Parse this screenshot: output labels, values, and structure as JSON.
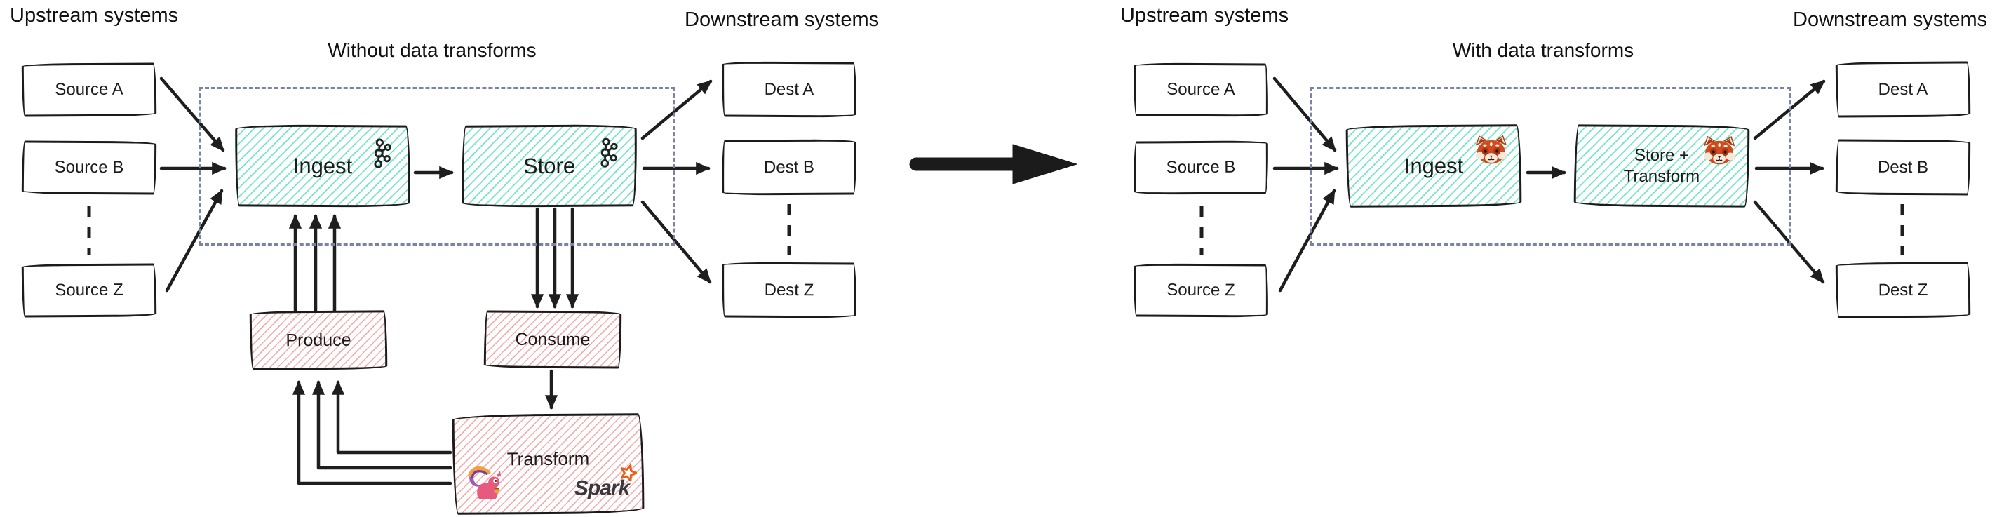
{
  "colors": {
    "ink": "#1e1e1e",
    "teal_hatch": "#6ee6c3",
    "pink_hatch": "#f49e9e",
    "container_dash": "#7983a6",
    "spark_orange": "#e8611c"
  },
  "left_panel": {
    "title": "Without data transforms",
    "upstream_label": "Upstream systems",
    "downstream_label": "Downstream systems",
    "sources": [
      "Source A",
      "Source B",
      "Source Z"
    ],
    "destinations": [
      "Dest A",
      "Dest B",
      "Dest Z"
    ],
    "ingest_label": "Ingest",
    "store_label": "Store",
    "ingest_icon": "kafka-logo",
    "store_icon": "kafka-logo",
    "produce_label": "Produce",
    "consume_label": "Consume",
    "transform_label": "Transform",
    "transform_icons": [
      "flink-squirrel-logo",
      "spark-logo"
    ],
    "spark_wordmark": "Spark"
  },
  "right_panel": {
    "title": "With data transforms",
    "upstream_label": "Upstream systems",
    "downstream_label": "Downstream systems",
    "sources": [
      "Source A",
      "Source B",
      "Source Z"
    ],
    "destinations": [
      "Dest A",
      "Dest B",
      "Dest Z"
    ],
    "ingest_label": "Ingest",
    "store_transform_label": "Store + Transform",
    "ingest_icon": "redpanda-logo",
    "store_transform_icon": "redpanda-logo"
  }
}
